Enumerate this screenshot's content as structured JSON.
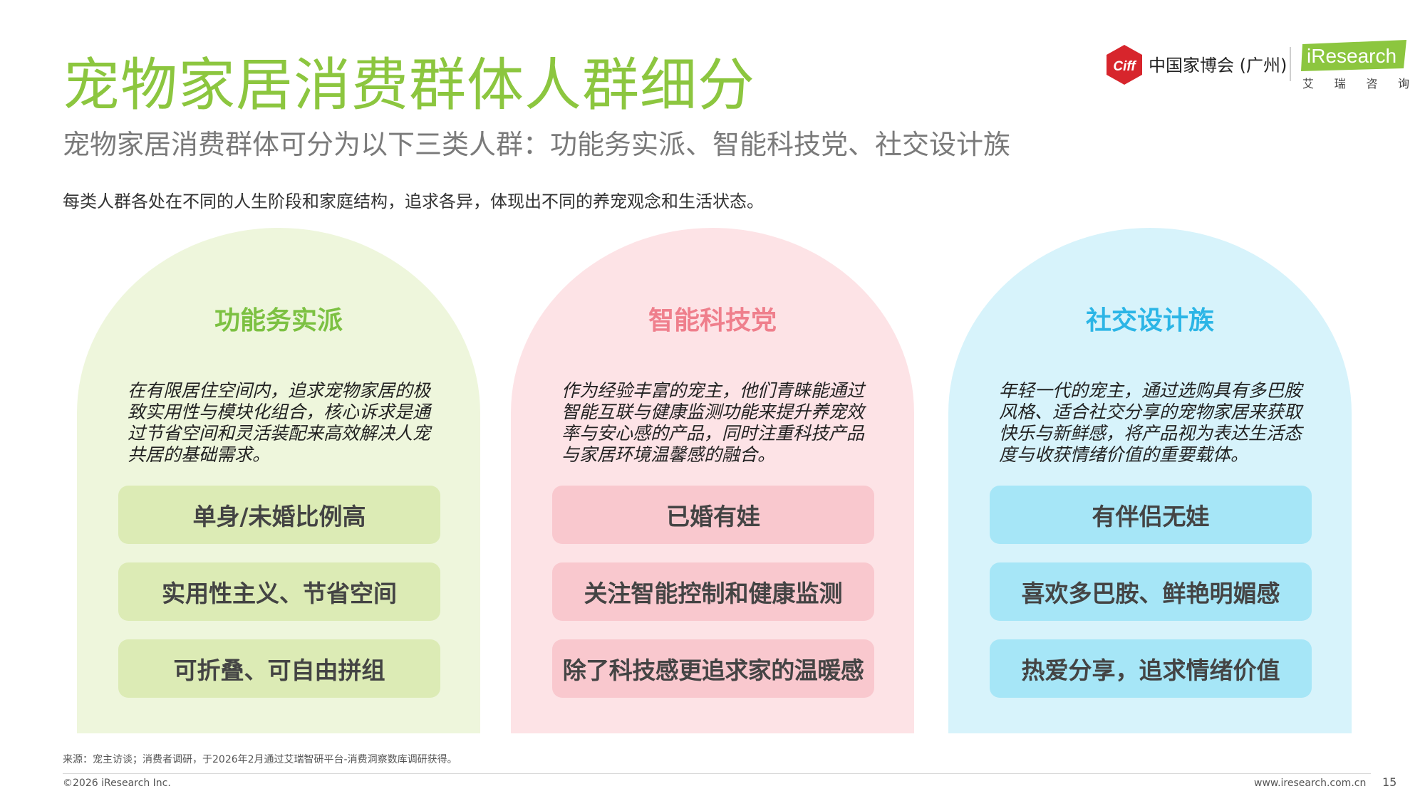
{
  "header": {
    "title": "宠物家居消费群体人群细分",
    "subtitle": "宠物家居消费群体可分为以下三类人群：功能务实派、智能科技党、社交设计族",
    "intro": "每类人群各处在不同的人生阶段和家庭结构，追求各异，体现出不同的养宠观念和生活状态。"
  },
  "logos": {
    "ciff_mark": "Ciff",
    "ciff_text": "中国家博会 (广州)",
    "iresearch_mark": "iResearch",
    "iresearch_sub": [
      "艾",
      "瑞",
      "咨",
      "询"
    ]
  },
  "colors": {
    "title_green": "#8cc63f",
    "green_accent": "#7cc142",
    "pink_accent": "#ef7f8c",
    "blue_accent": "#2bb5e6"
  },
  "groups": [
    {
      "name": "功能务实派",
      "description": "在有限居住空间内，追求宠物家居的极致实用性与模块化组合，核心诉求是通过节省空间和灵活装配来高效解决人宠共居的基础需求。",
      "tags": [
        "单身/未婚比例高",
        "实用性主义、节省空间",
        "可折叠、可自由拼组"
      ]
    },
    {
      "name": "智能科技党",
      "description": "作为经验丰富的宠主，他们青睐能通过智能互联与健康监测功能来提升养宠效率与安心感的产品，同时注重科技产品与家居环境温馨感的融合。",
      "tags": [
        "已婚有娃",
        "关注智能控制和健康监测",
        "除了科技感更追求家的温暖感"
      ]
    },
    {
      "name": "社交设计族",
      "description": "年轻一代的宠主，通过选购具有多巴胺风格、适合社交分享的宠物家居来获取快乐与新鲜感，将产品视为表达生活态度与收获情绪价值的重要载体。",
      "tags": [
        "有伴侣无娃",
        "喜欢多巴胺、鲜艳明媚感",
        "热爱分享，追求情绪价值"
      ]
    }
  ],
  "footer": {
    "source": "来源：宠主访谈；消费者调研，于2026年2月通过艾瑞智研平台-消费洞察数库调研获得。",
    "copyright": "©2026 iResearch Inc.",
    "website": "www.iresearch.com.cn",
    "page": "15"
  }
}
